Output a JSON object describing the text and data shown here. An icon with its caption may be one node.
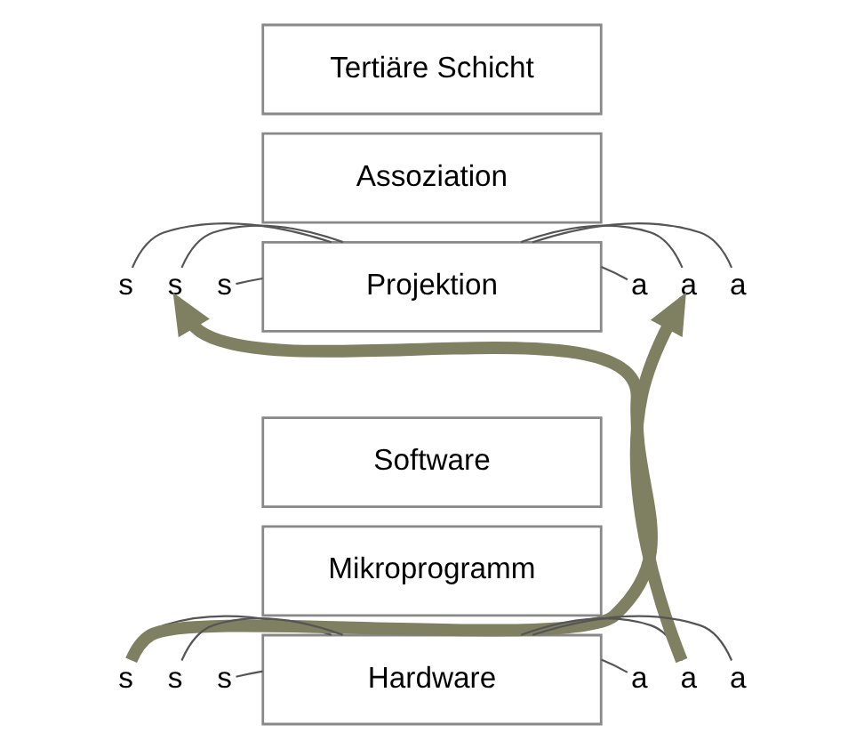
{
  "diagram": {
    "nodes": [
      {
        "text": [
          "Tertiäre Schicht"
        ]
      },
      {
        "text": [
          "Assoziation"
        ]
      },
      {
        "text": [
          "Projektion"
        ]
      },
      {
        "text": [
          "Software"
        ]
      },
      {
        "text": [
          "Mikroprogramm"
        ]
      },
      {
        "text": [
          "Hardware"
        ]
      },
      {
        "text": [
          "s"
        ]
      },
      {
        "text": [
          "s"
        ]
      },
      {
        "text": [
          "s"
        ]
      },
      {
        "text": [
          "a"
        ]
      },
      {
        "text": [
          "a"
        ]
      },
      {
        "text": [
          "a"
        ]
      },
      {
        "text": [
          "s"
        ]
      },
      {
        "text": [
          "s"
        ]
      },
      {
        "text": [
          "s"
        ]
      },
      {
        "text": [
          "a"
        ]
      },
      {
        "text": [
          "a"
        ]
      },
      {
        "text": [
          "a"
        ]
      }
    ],
    "edges": [
      {
        "from": 6,
        "to": 2,
        "arrow": "none"
      },
      {
        "from": 7,
        "to": 2,
        "arrow": "none"
      },
      {
        "from": 8,
        "to": 2,
        "arrow": "none"
      },
      {
        "from": 9,
        "to": 2,
        "arrow": "none"
      },
      {
        "from": 10,
        "to": 2,
        "arrow": "none"
      },
      {
        "from": 11,
        "to": 2,
        "arrow": "none"
      },
      {
        "from": 12,
        "to": 5,
        "arrow": "none"
      },
      {
        "from": 13,
        "to": 5,
        "arrow": "none"
      },
      {
        "from": 14,
        "to": 5,
        "arrow": "none"
      },
      {
        "from": 15,
        "to": 5,
        "arrow": "none"
      },
      {
        "from": 16,
        "to": 5,
        "arrow": "none"
      },
      {
        "from": 17,
        "to": 5,
        "arrow": "none"
      },
      {
        "from": 12,
        "to": 7,
        "arrow": "to",
        "style": "thick",
        "color": "#7f7f62"
      },
      {
        "from": 16,
        "to": 10,
        "arrow": "to",
        "style": "thick",
        "color": "#7f7f62"
      }
    ]
  }
}
